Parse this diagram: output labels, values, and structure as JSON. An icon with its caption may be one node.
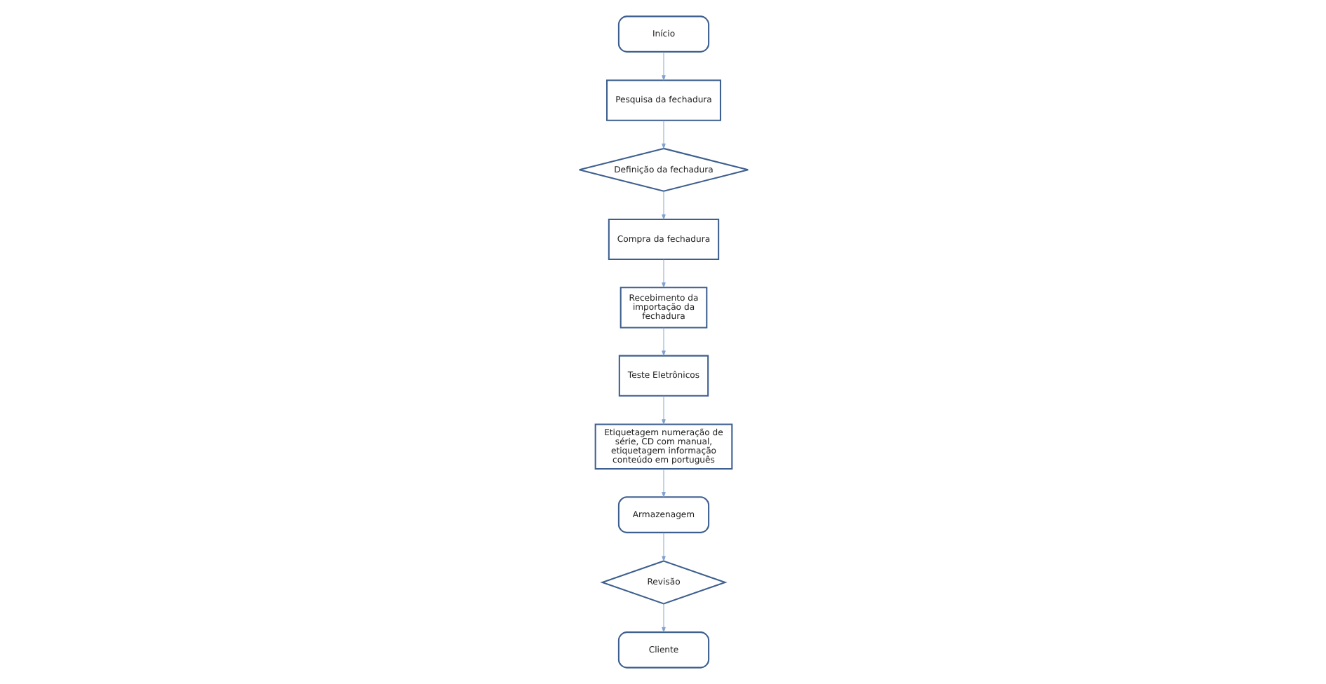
{
  "diagram": {
    "nodes": [
      {
        "text": [
          "Início"
        ]
      },
      {
        "text": [
          "Pesquisa da fechadura"
        ]
      },
      {
        "text": [
          "Definição da fechadura"
        ]
      },
      {
        "text": [
          "Compra da fechadura"
        ]
      },
      {
        "text": [
          "Recebimento da importação da fechadura"
        ]
      },
      {
        "text": [
          "Teste Eletrônicos"
        ]
      },
      {
        "text": [
          "Etiquetagem numeração de série, CD com manual, etiquetagem informação conteúdo em português"
        ]
      },
      {
        "text": [
          "Armazenagem"
        ]
      },
      {
        "text": [
          "Revisão"
        ]
      },
      {
        "text": [
          "Cliente"
        ]
      }
    ],
    "edges": [
      {
        "from": 0,
        "to": 1,
        "arrow": "to"
      },
      {
        "from": 1,
        "to": 2,
        "arrow": "to"
      },
      {
        "from": 2,
        "to": 3,
        "arrow": "to"
      },
      {
        "from": 3,
        "to": 4,
        "arrow": "to"
      },
      {
        "from": 4,
        "to": 5,
        "arrow": "to"
      },
      {
        "from": 5,
        "to": 6,
        "arrow": "to"
      },
      {
        "from": 6,
        "to": 7,
        "arrow": "to"
      },
      {
        "from": 7,
        "to": 8,
        "arrow": "to"
      },
      {
        "from": 8,
        "to": 9,
        "arrow": "to"
      }
    ]
  }
}
